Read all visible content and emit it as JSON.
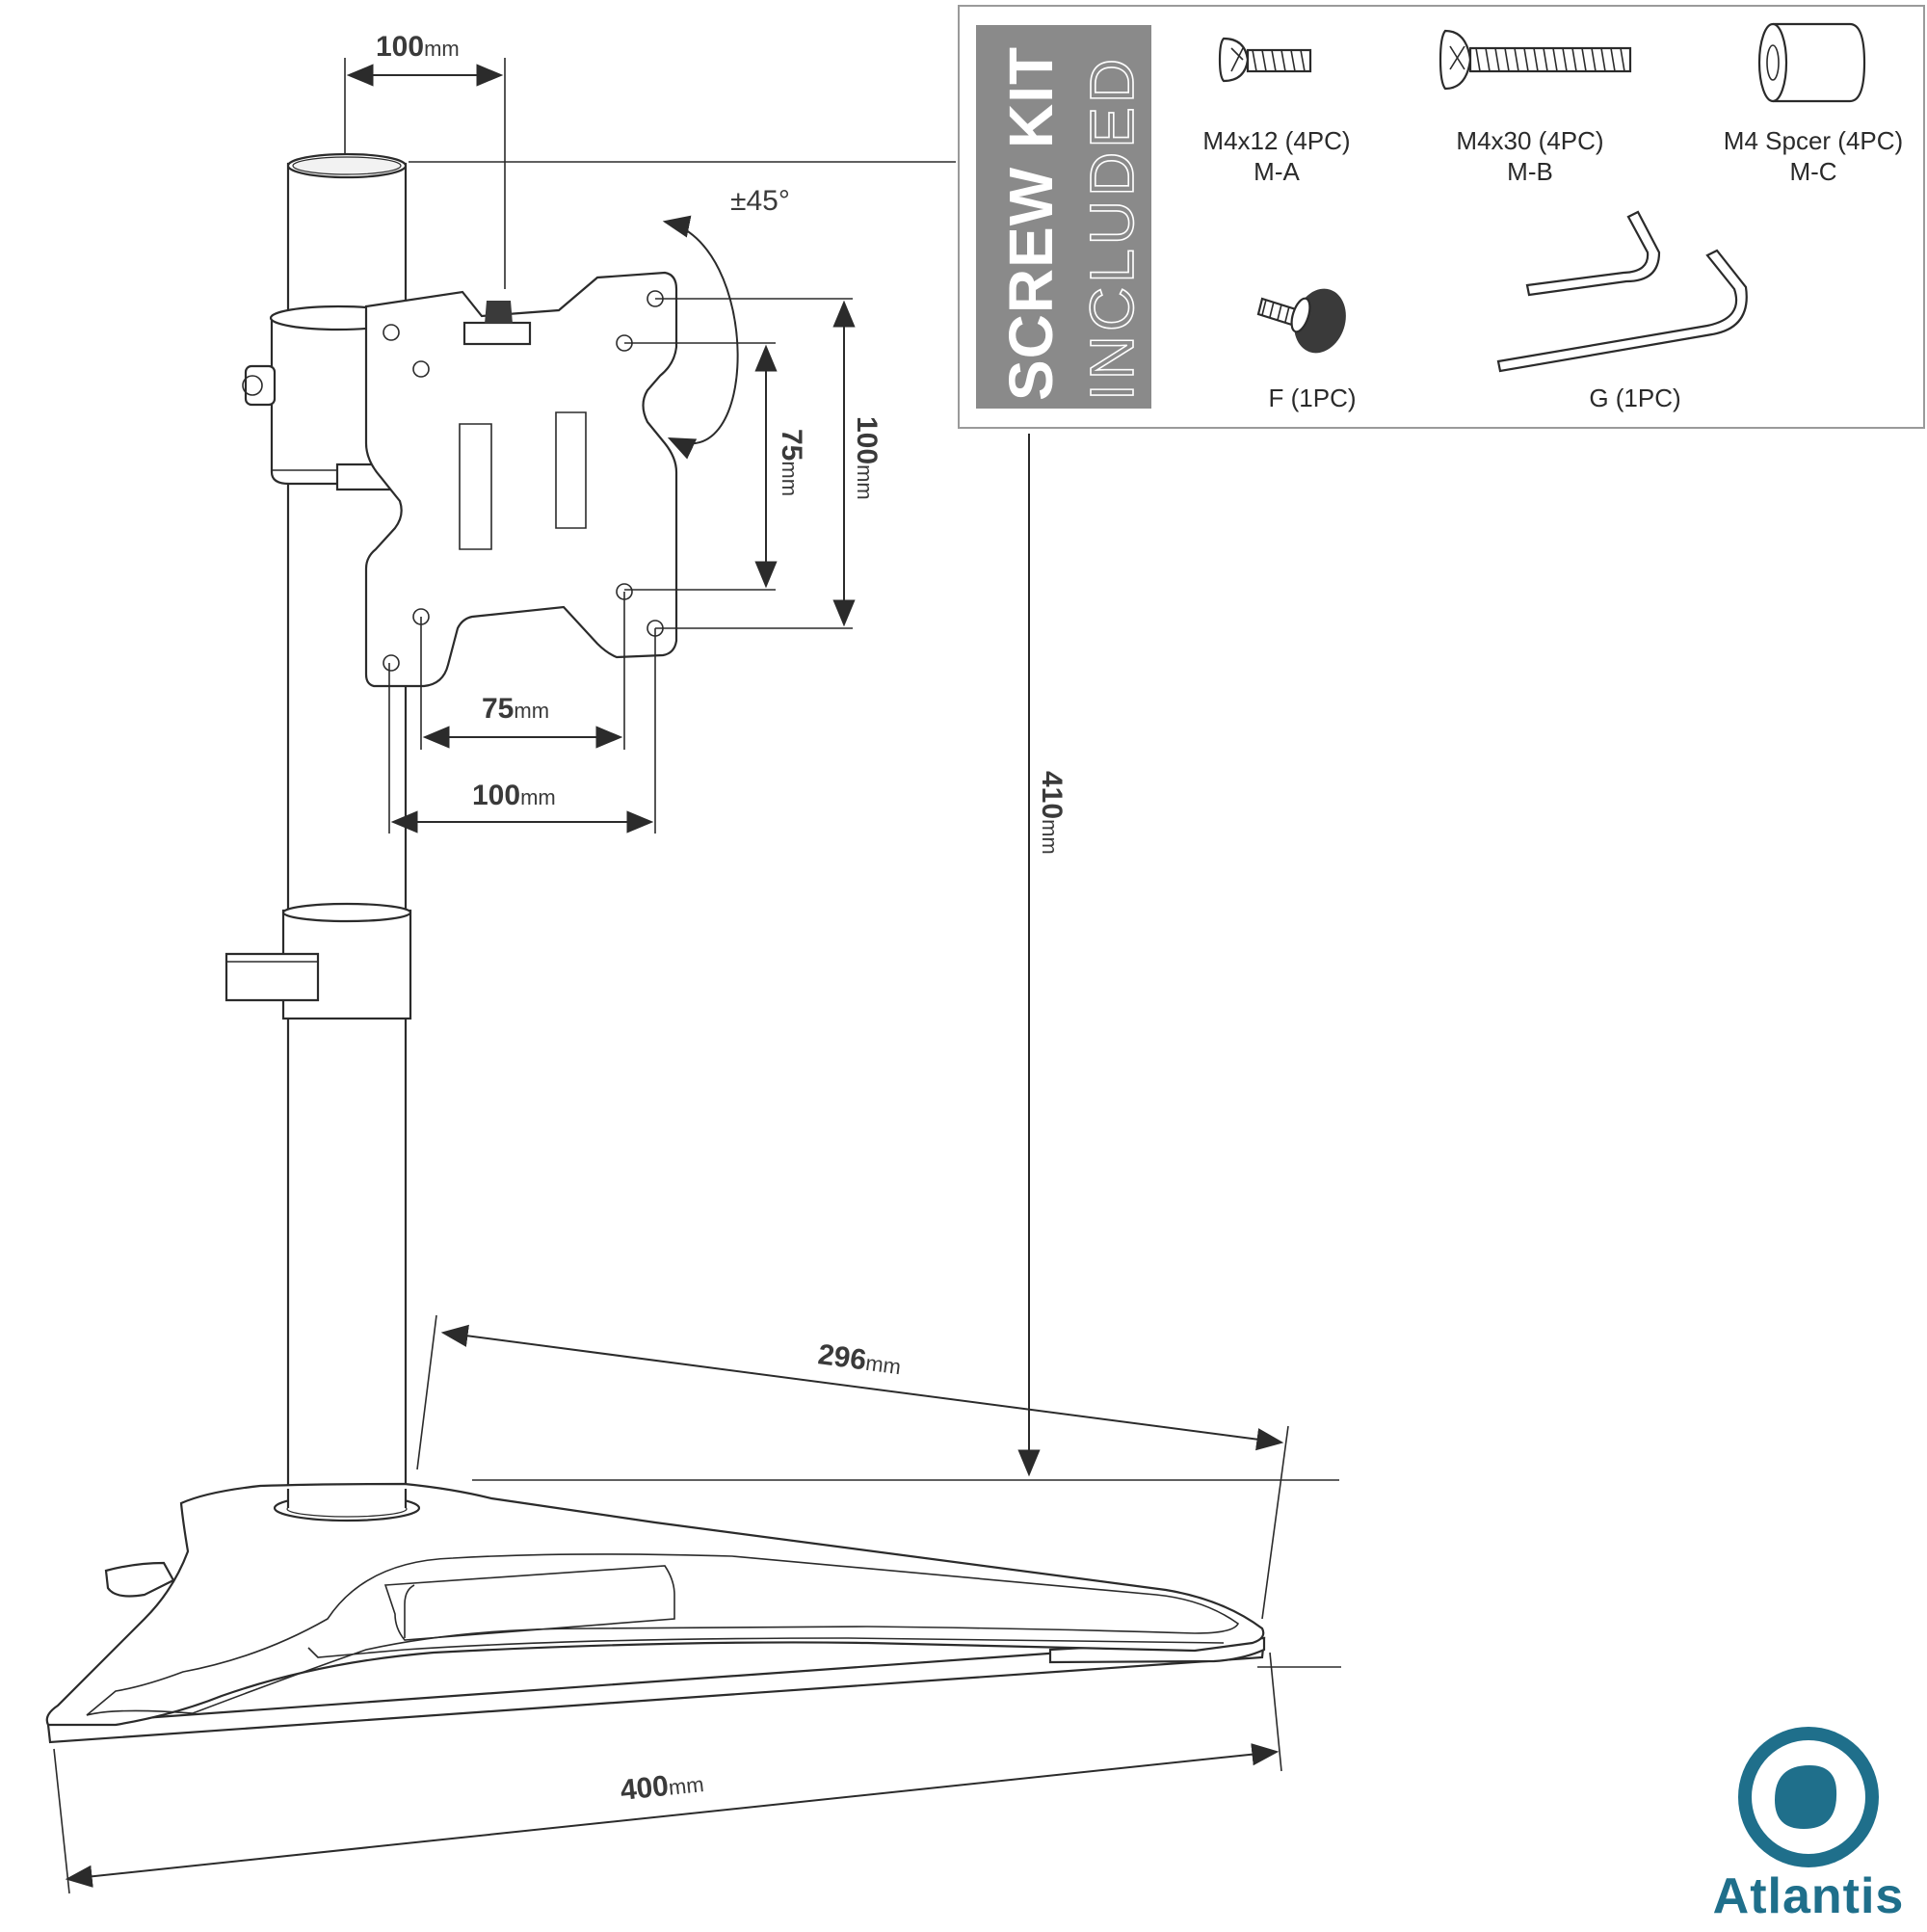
{
  "dimensions": {
    "top_offset": {
      "value": "100",
      "unit": "mm"
    },
    "rotation": "±45°",
    "vesa_v_small": {
      "value": "75",
      "unit": "mm"
    },
    "vesa_v_large": {
      "value": "100",
      "unit": "mm"
    },
    "vesa_h_small": {
      "value": "75",
      "unit": "mm"
    },
    "vesa_h_large": {
      "value": "100",
      "unit": "mm"
    },
    "height": {
      "value": "410",
      "unit": "mm"
    },
    "base_depth": {
      "value": "296",
      "unit": "mm"
    },
    "base_width": {
      "value": "400",
      "unit": "mm"
    }
  },
  "screw_kit": {
    "banner_bold": "SCREW KIT",
    "banner_light": "INCLUDED",
    "items": [
      {
        "name": "M4x12 (4PC)",
        "code": "M-A"
      },
      {
        "name": "M4x30 (4PC)",
        "code": "M-B"
      },
      {
        "name": "M4 Spcer (4PC)",
        "code": "M-C"
      },
      {
        "name": "F (1PC)"
      },
      {
        "name": "G (1PC)"
      }
    ]
  },
  "brand": {
    "name": "Atlantis",
    "color": "#1f6f8b"
  }
}
